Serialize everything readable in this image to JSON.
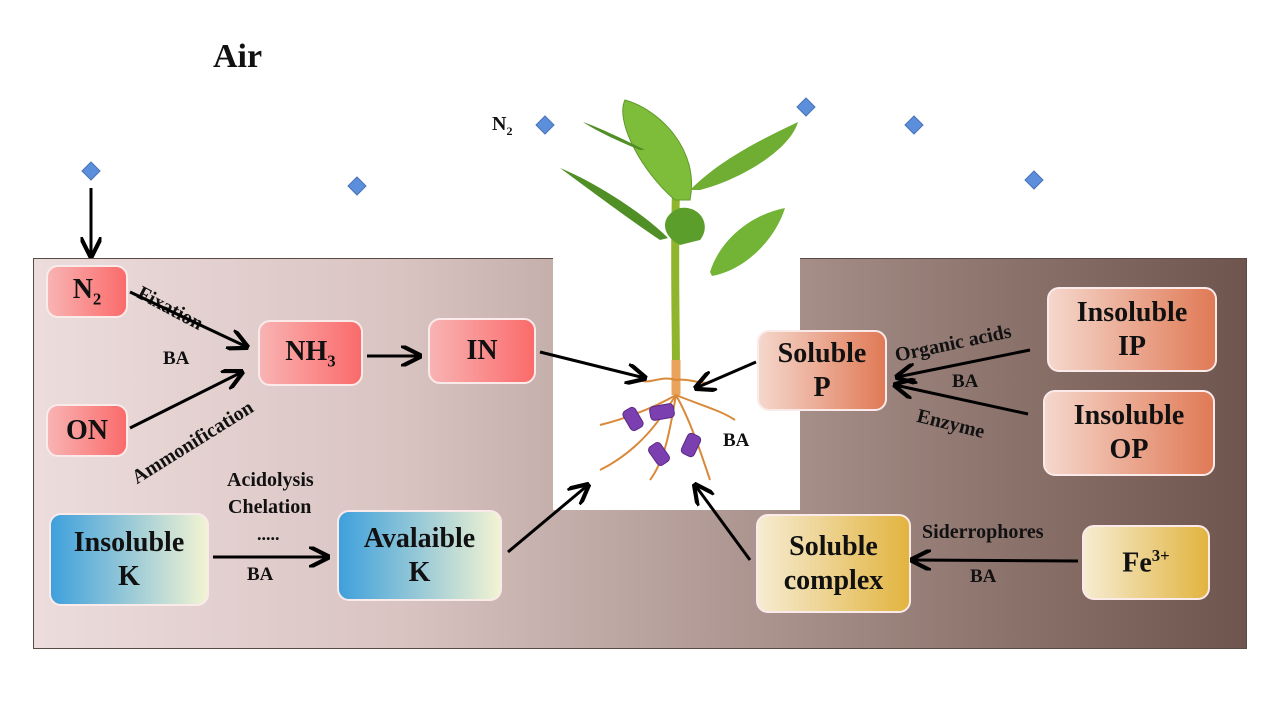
{
  "title": "Air",
  "air": {
    "n2_label_main": "N",
    "n2_label_sub": "2"
  },
  "nitrogen": {
    "n2_box": {
      "main": "N",
      "sub": "2"
    },
    "on_box": "ON",
    "nh3_box": {
      "main": "NH",
      "sub": "3"
    },
    "in_box": "IN",
    "fixation_label": "Fixation",
    "ammonification_label": "Ammonification",
    "ba_label": "BA"
  },
  "potassium": {
    "insoluble_box": [
      "Insoluble",
      "K"
    ],
    "available_box": [
      "Avalaible",
      "K"
    ],
    "process_labels": [
      "Acidolysis",
      "Chelation",
      "....."
    ],
    "ba_label": "BA"
  },
  "phosphorus": {
    "soluble_box": [
      "Soluble",
      "P"
    ],
    "insoluble_ip_box": [
      "Insoluble",
      "IP"
    ],
    "insoluble_op_box": [
      "Insoluble",
      "OP"
    ],
    "organic_acids_label": "Organic acids",
    "enzyme_label": "Enzyme",
    "ba_label": "BA"
  },
  "iron": {
    "soluble_complex_box": [
      "Soluble",
      "complex"
    ],
    "fe_box": {
      "main": "Fe",
      "sup": "3+"
    },
    "siderophores_label": "Siderrophores",
    "ba_label": "BA"
  },
  "plant": {
    "ba_label": "BA"
  },
  "colors": {
    "n2_molecule": "#5b8fdc",
    "nitrogen_box": "#fa6b6b",
    "potassium_box": "#3fa0dc",
    "phosphorus_box": "#e07a56",
    "iron_box": "#e2b440",
    "bacteria": "#7b3fb0"
  }
}
